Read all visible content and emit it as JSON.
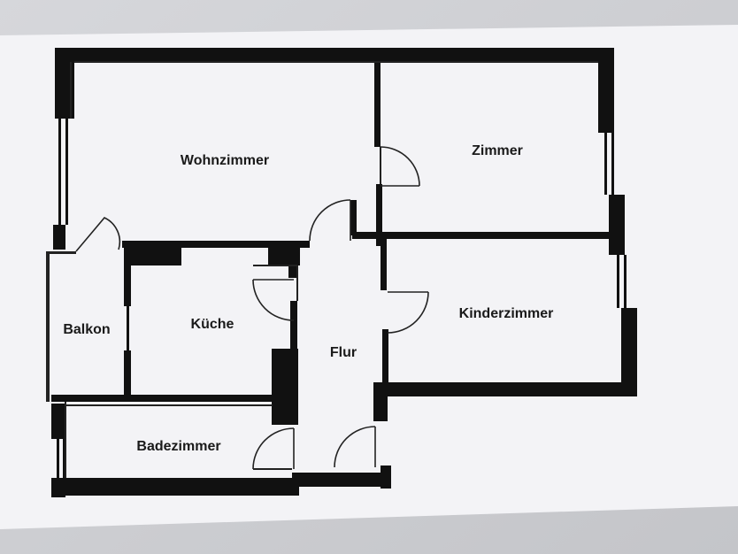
{
  "rooms": {
    "wohnzimmer": "Wohnzimmer",
    "zimmer": "Zimmer",
    "kinderzimmer": "Kinderzimmer",
    "balkon": "Balkon",
    "kueche": "Küche",
    "flur": "Flur",
    "badezimmer": "Badezimmer"
  },
  "colors": {
    "wall": "#111111",
    "paper": "#f3f3f6",
    "background": "#cfd0d4"
  }
}
